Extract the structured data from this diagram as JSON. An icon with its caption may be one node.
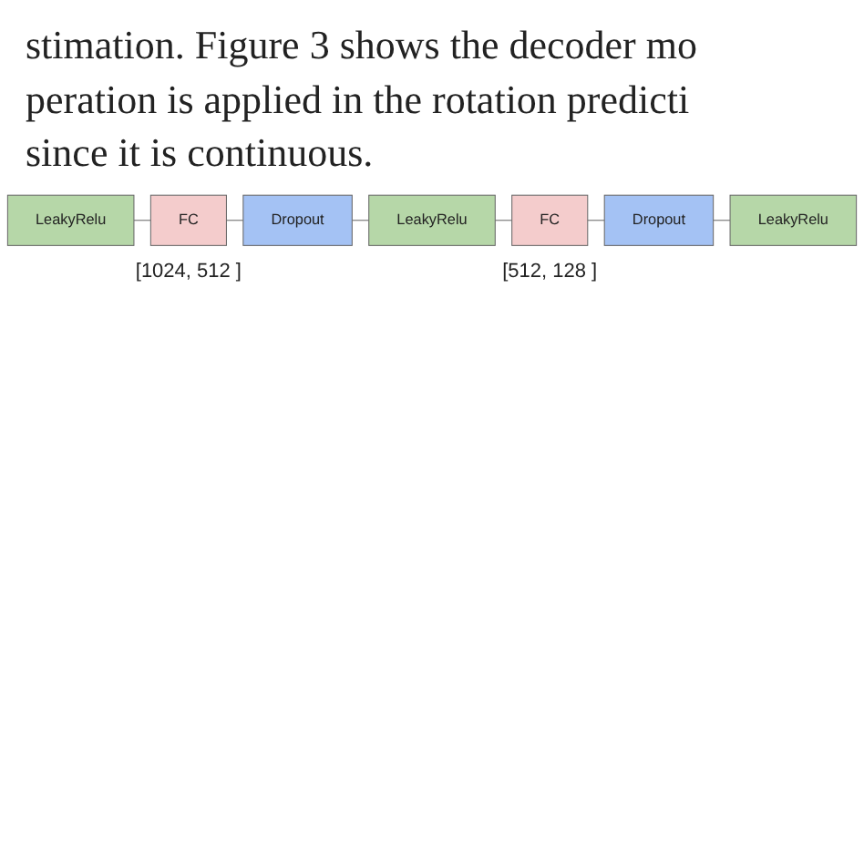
{
  "diagram": {
    "nodes": [
      {
        "text": [
          "LeakyRelu"
        ]
      },
      {
        "text": [
          "FC"
        ],
        "beside": [
          "[1024, 512 ]"
        ]
      },
      {
        "text": [
          "Dropout"
        ]
      },
      {
        "text": [
          "LeakyRelu"
        ]
      },
      {
        "text": [
          "FC"
        ],
        "beside": [
          "[512, 128 ]"
        ]
      },
      {
        "text": [
          "Dropout"
        ]
      },
      {
        "text": [
          "LeakyRelu"
        ]
      }
    ],
    "edges": [
      {
        "from": 0,
        "to": 1,
        "arrow": "none"
      },
      {
        "from": 1,
        "to": 2,
        "arrow": "none"
      },
      {
        "from": 2,
        "to": 3,
        "arrow": "none"
      },
      {
        "from": 3,
        "to": 4,
        "arrow": "none"
      },
      {
        "from": 4,
        "to": 5,
        "arrow": "none"
      },
      {
        "from": 5,
        "to": 6,
        "arrow": "none"
      }
    ],
    "labels": [
      "stimation. Figure 3 shows the decoder mo",
      "peration is applied in the rotation predicti",
      "since it is continuous."
    ]
  }
}
